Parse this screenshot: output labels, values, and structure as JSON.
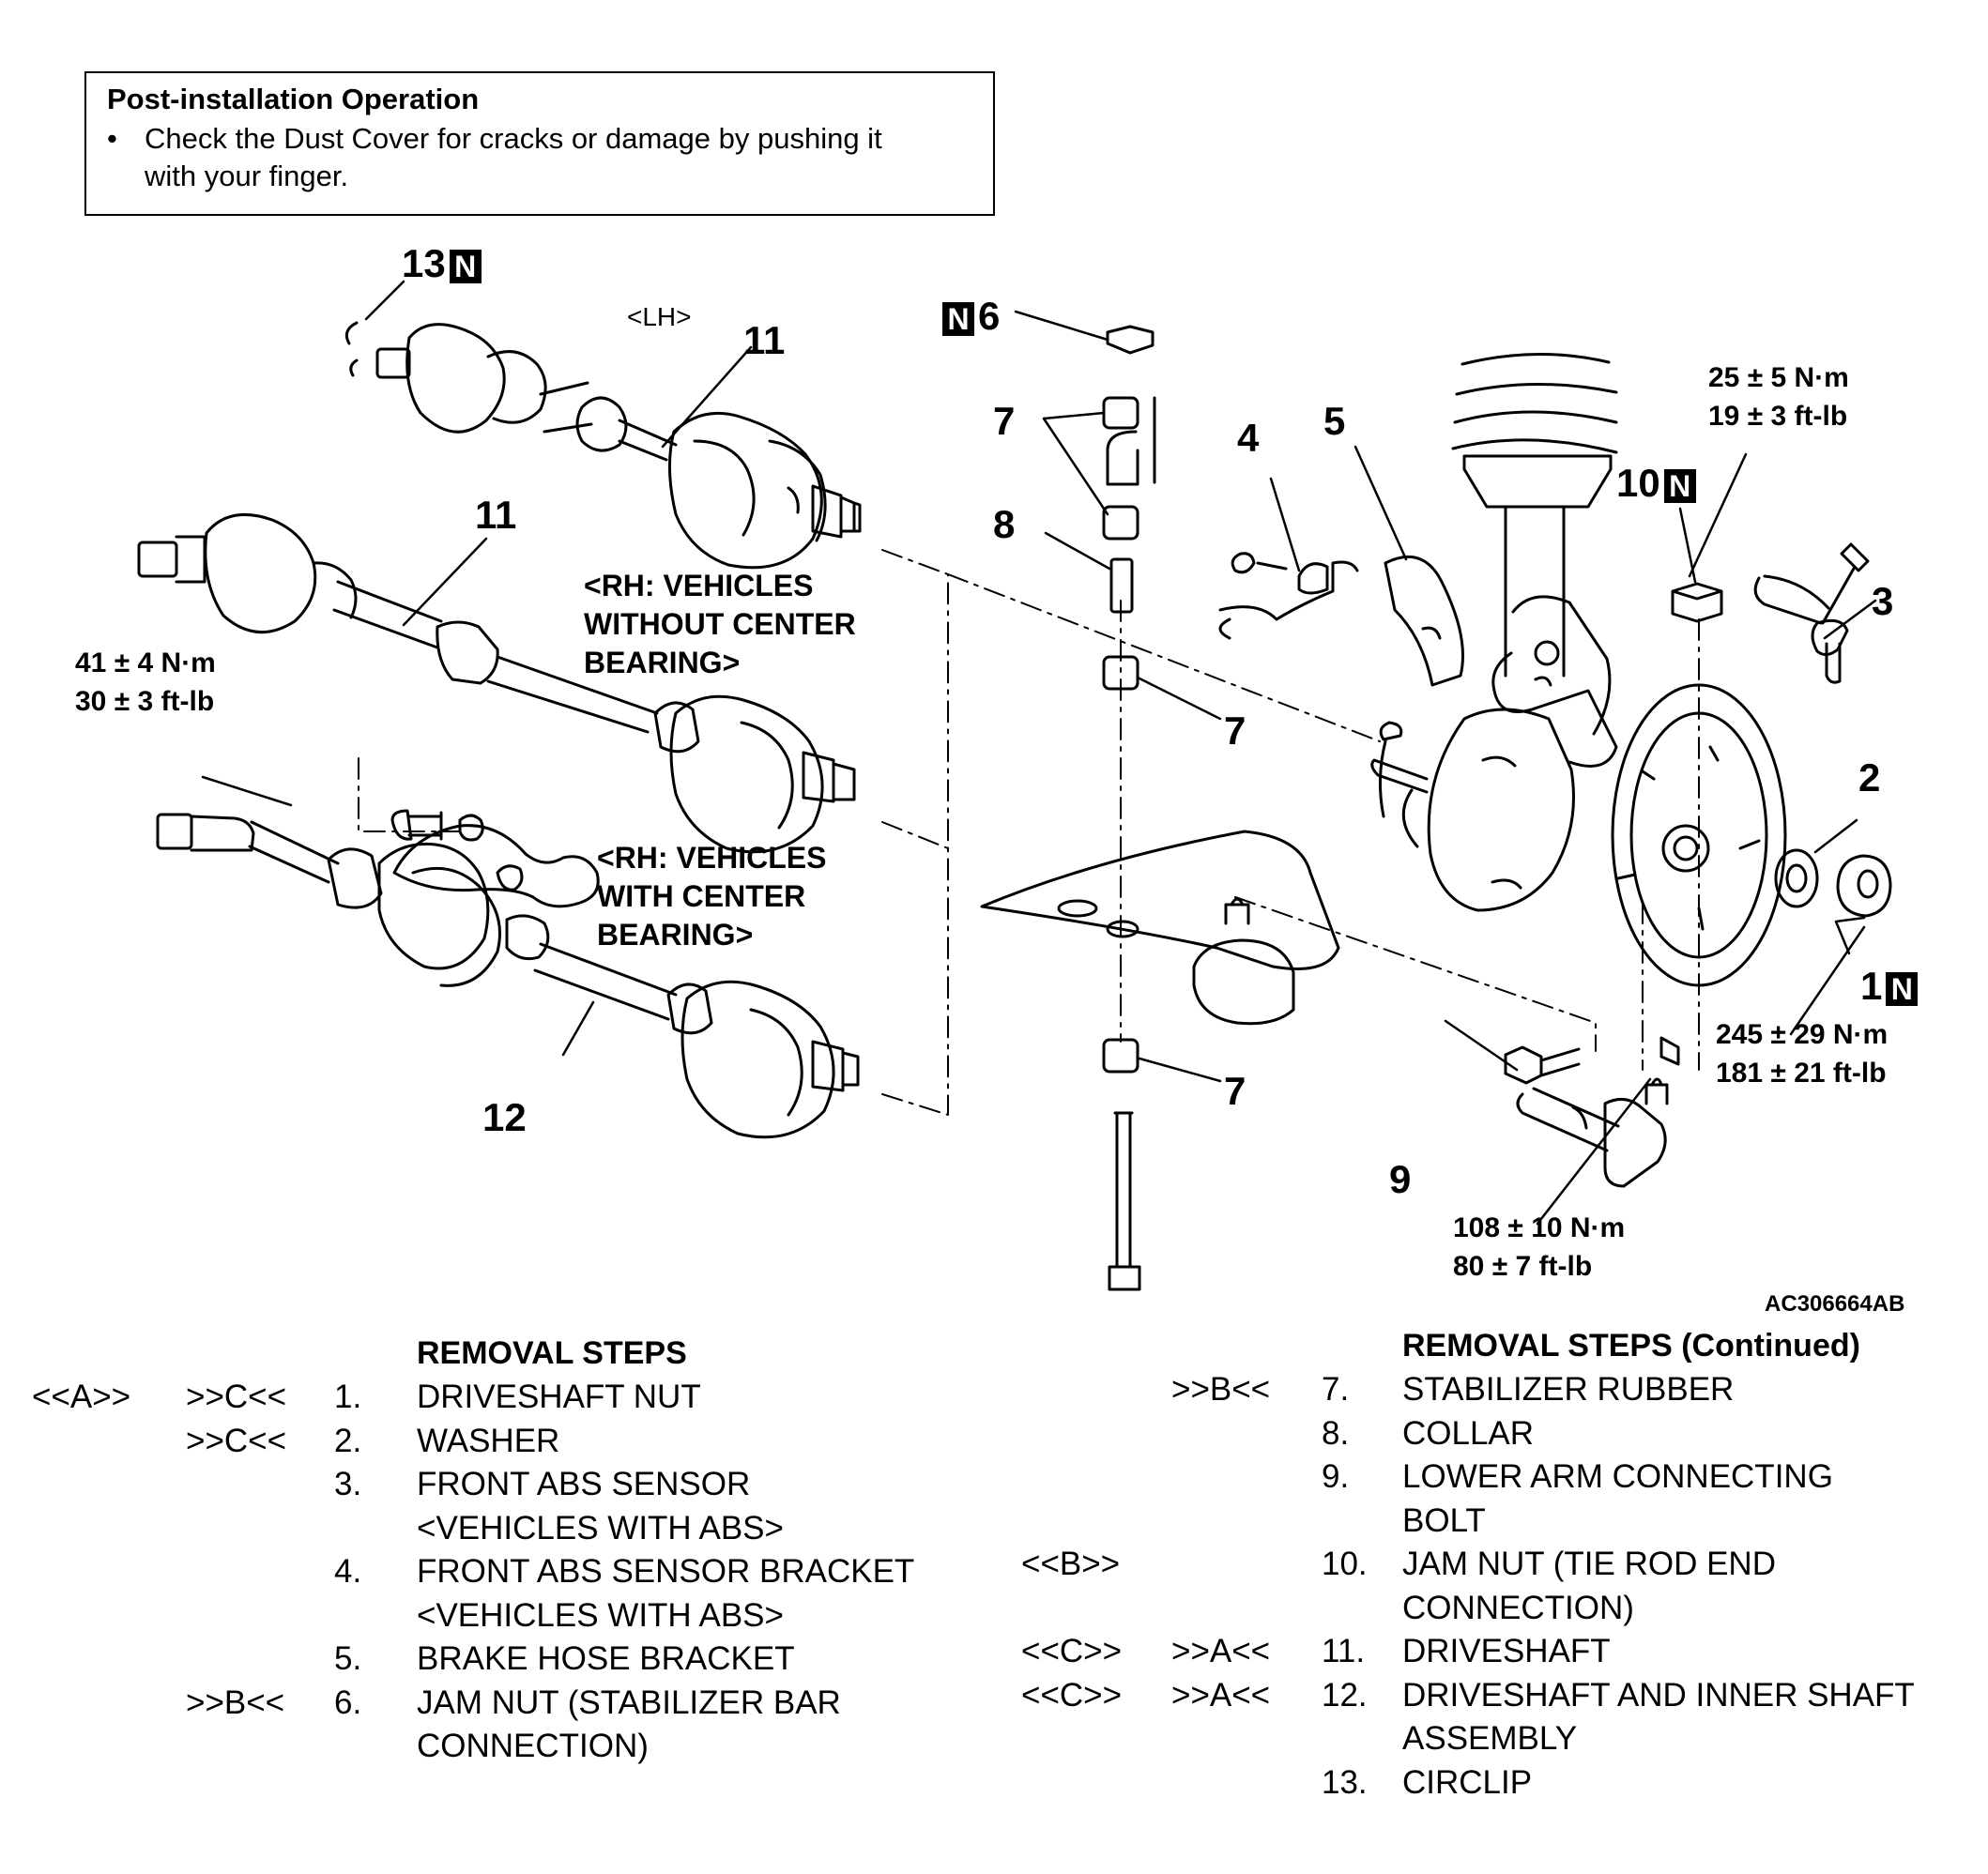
{
  "note": {
    "title": "Post-installation Operation",
    "bullet": "•",
    "line1": "Check the Dust Cover for cracks or damage by pushing it",
    "line2": "with your finger."
  },
  "callouts": {
    "c13": "13",
    "c11a": "11",
    "c11b": "11",
    "c12": "12",
    "c6": "6",
    "c7a": "7",
    "c8": "8",
    "c7b": "7",
    "c7c": "7",
    "c4": "4",
    "c5": "5",
    "c10": "10",
    "c3": "3",
    "c2": "2",
    "c1": "1",
    "c9": "9",
    "n_badge": "N"
  },
  "variants": {
    "lh": "<LH>",
    "rh_without_1": "<RH: VEHICLES",
    "rh_without_2": "WITHOUT CENTER",
    "rh_without_3": "BEARING>",
    "rh_with_1": "<RH: VEHICLES",
    "rh_with_2": "WITH CENTER",
    "rh_with_3": "BEARING>"
  },
  "torques": {
    "t41_nm": "41 ± 4 N·m",
    "t41_ft": "30 ± 3 ft-lb",
    "t25_nm": "25 ± 5 N·m",
    "t25_ft": "19 ± 3 ft-lb",
    "t245_nm": "245 ± 29 N·m",
    "t245_ft": "181 ± 21 ft-lb",
    "t108_nm": "108 ± 10 N·m",
    "t108_ft": "80 ± 7 ft-lb"
  },
  "figure_code": "AC306664AB",
  "removal_steps_title": "REMOVAL STEPS",
  "removal_steps_cont_title": "REMOVAL STEPS (Continued)",
  "steps_left": [
    {
      "ref1": "<<A>>",
      "ref2": ">>C<<",
      "num": "1.",
      "text": "DRIVESHAFT NUT",
      "text2": ""
    },
    {
      "ref1": "",
      "ref2": ">>C<<",
      "num": "2.",
      "text": "WASHER",
      "text2": ""
    },
    {
      "ref1": "",
      "ref2": "",
      "num": "3.",
      "text": "FRONT ABS SENSOR",
      "text2": "<VEHICLES WITH ABS>"
    },
    {
      "ref1": "",
      "ref2": "",
      "num": "4.",
      "text": "FRONT ABS SENSOR BRACKET",
      "text2": "<VEHICLES WITH ABS>"
    },
    {
      "ref1": "",
      "ref2": "",
      "num": "5.",
      "text": "BRAKE HOSE BRACKET",
      "text2": ""
    },
    {
      "ref1": "",
      "ref2": ">>B<<",
      "num": "6.",
      "text": "JAM NUT (STABILIZER BAR",
      "text2": "CONNECTION)"
    }
  ],
  "steps_right": [
    {
      "ref1": "",
      "ref2": ">>B<<",
      "num": "7.",
      "text": "STABILIZER RUBBER",
      "text2": ""
    },
    {
      "ref1": "",
      "ref2": "",
      "num": "8.",
      "text": "COLLAR",
      "text2": ""
    },
    {
      "ref1": "",
      "ref2": "",
      "num": "9.",
      "text": "LOWER ARM CONNECTING",
      "text2": "BOLT"
    },
    {
      "ref1": "<<B>>",
      "ref2": "",
      "num": "10.",
      "text": "JAM NUT (TIE ROD END",
      "text2": "CONNECTION)"
    },
    {
      "ref1": "<<C>>",
      "ref2": ">>A<<",
      "num": "11.",
      "text": "DRIVESHAFT",
      "text2": ""
    },
    {
      "ref1": "<<C>>",
      "ref2": ">>A<<",
      "num": "12.",
      "text": "DRIVESHAFT AND INNER SHAFT",
      "text2": "ASSEMBLY"
    },
    {
      "ref1": "",
      "ref2": "",
      "num": "13.",
      "text": "CIRCLIP",
      "text2": ""
    }
  ]
}
